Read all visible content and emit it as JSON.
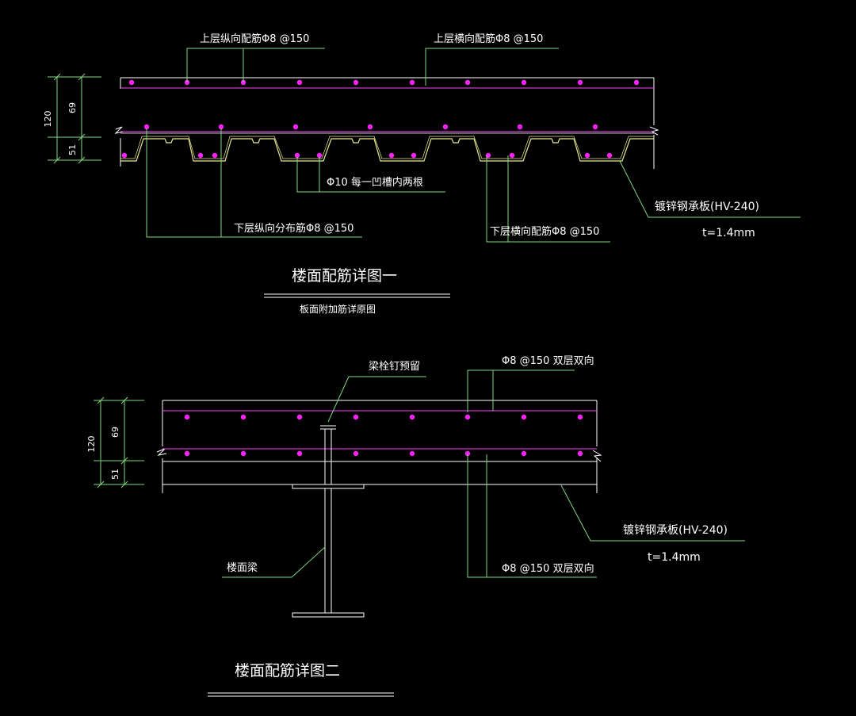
{
  "colors": {
    "background": "#000000",
    "line": "#ffffff",
    "leader": "#7fd77f",
    "rebar_line": "#ff44ff",
    "rebar_dot": "#ff22ff",
    "deck": "#e8e890"
  },
  "detail1": {
    "labels": {
      "top_longitudinal": "上层纵向配筋Φ8 @150",
      "top_transverse": "上层横向配筋Φ8 @150",
      "rib_bars": "Φ10 每一凹槽内两根",
      "bottom_longitudinal": "下层纵向分布筋Φ8 @150",
      "bottom_transverse": "下层横向配筋Φ8 @150",
      "deck_name": "镀锌钢承板(HV-240)",
      "deck_thickness": "t=1.4mm"
    },
    "dims": {
      "total": "120",
      "upper": "69",
      "lower": "51"
    },
    "title": "楼面配筋详图一",
    "subtitle": "板面附加筋详原图"
  },
  "detail2": {
    "labels": {
      "stud": "梁栓钉预留",
      "top_rebar": "Φ8 @150 双层双向",
      "bottom_rebar": "Φ8 @150 双层双向",
      "deck_name": "镀锌钢承板(HV-240)",
      "deck_thickness": "t=1.4mm",
      "beam": "楼面梁"
    },
    "dims": {
      "total": "120",
      "upper": "69",
      "lower": "51"
    },
    "title": "楼面配筋详图二"
  }
}
